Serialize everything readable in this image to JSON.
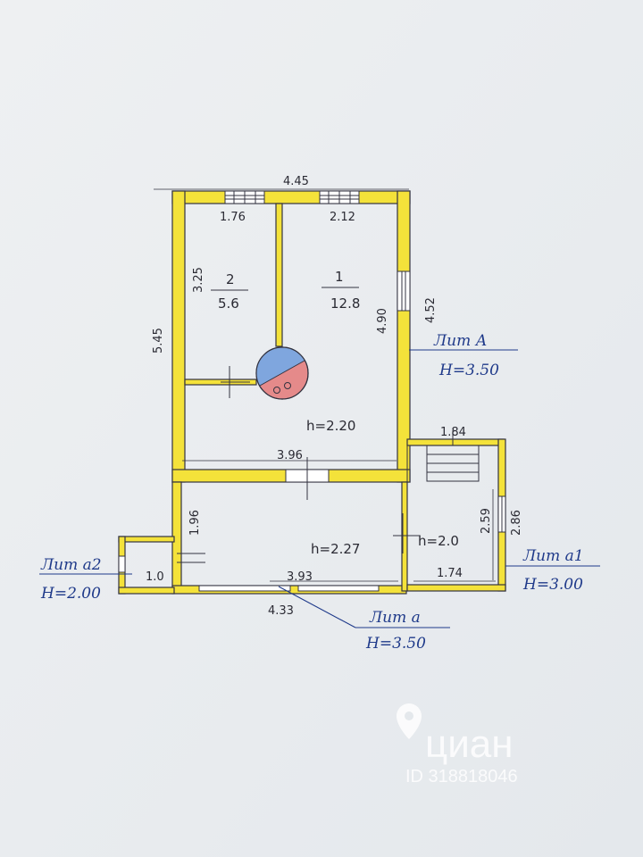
{
  "plan": {
    "overall": {
      "width_top": "4.45",
      "width_bottom": "4.33",
      "height_left": "5.45",
      "height_right": "4.52"
    },
    "rooms": [
      {
        "number": "2",
        "area": "5.6",
        "width": "1.76",
        "length": "3.25"
      },
      {
        "number": "1",
        "area": "12.8",
        "width": "2.12",
        "length": "4.90"
      }
    ],
    "inner_dims": {
      "partition": "3.96",
      "veranda_width": "3.93",
      "veranda_height": "1.96",
      "porch_width": "1.0",
      "annex_top": "1.84",
      "annex_bottom": "1.74",
      "annex_inner": "2.59",
      "annex_outer": "2.86"
    },
    "heights": {
      "main": "h=2.20",
      "veranda": "h=2.27",
      "annex": "h=2.0"
    },
    "litera": [
      {
        "label": "Лит А",
        "height": "H=3.50"
      },
      {
        "label": "Лит а",
        "height": "H=3.50"
      },
      {
        "label": "Лит а1",
        "height": "H=3.00"
      },
      {
        "label": "Лит а2",
        "height": "H=2.00"
      }
    ]
  },
  "watermark": {
    "brand": "циан",
    "id": "ID 318818046"
  },
  "colors": {
    "wall": "#f4e23a",
    "line": "#333340",
    "ink": "#1f3a8a",
    "stove_blue": "#7fa6de",
    "stove_red": "#e58a8a"
  }
}
